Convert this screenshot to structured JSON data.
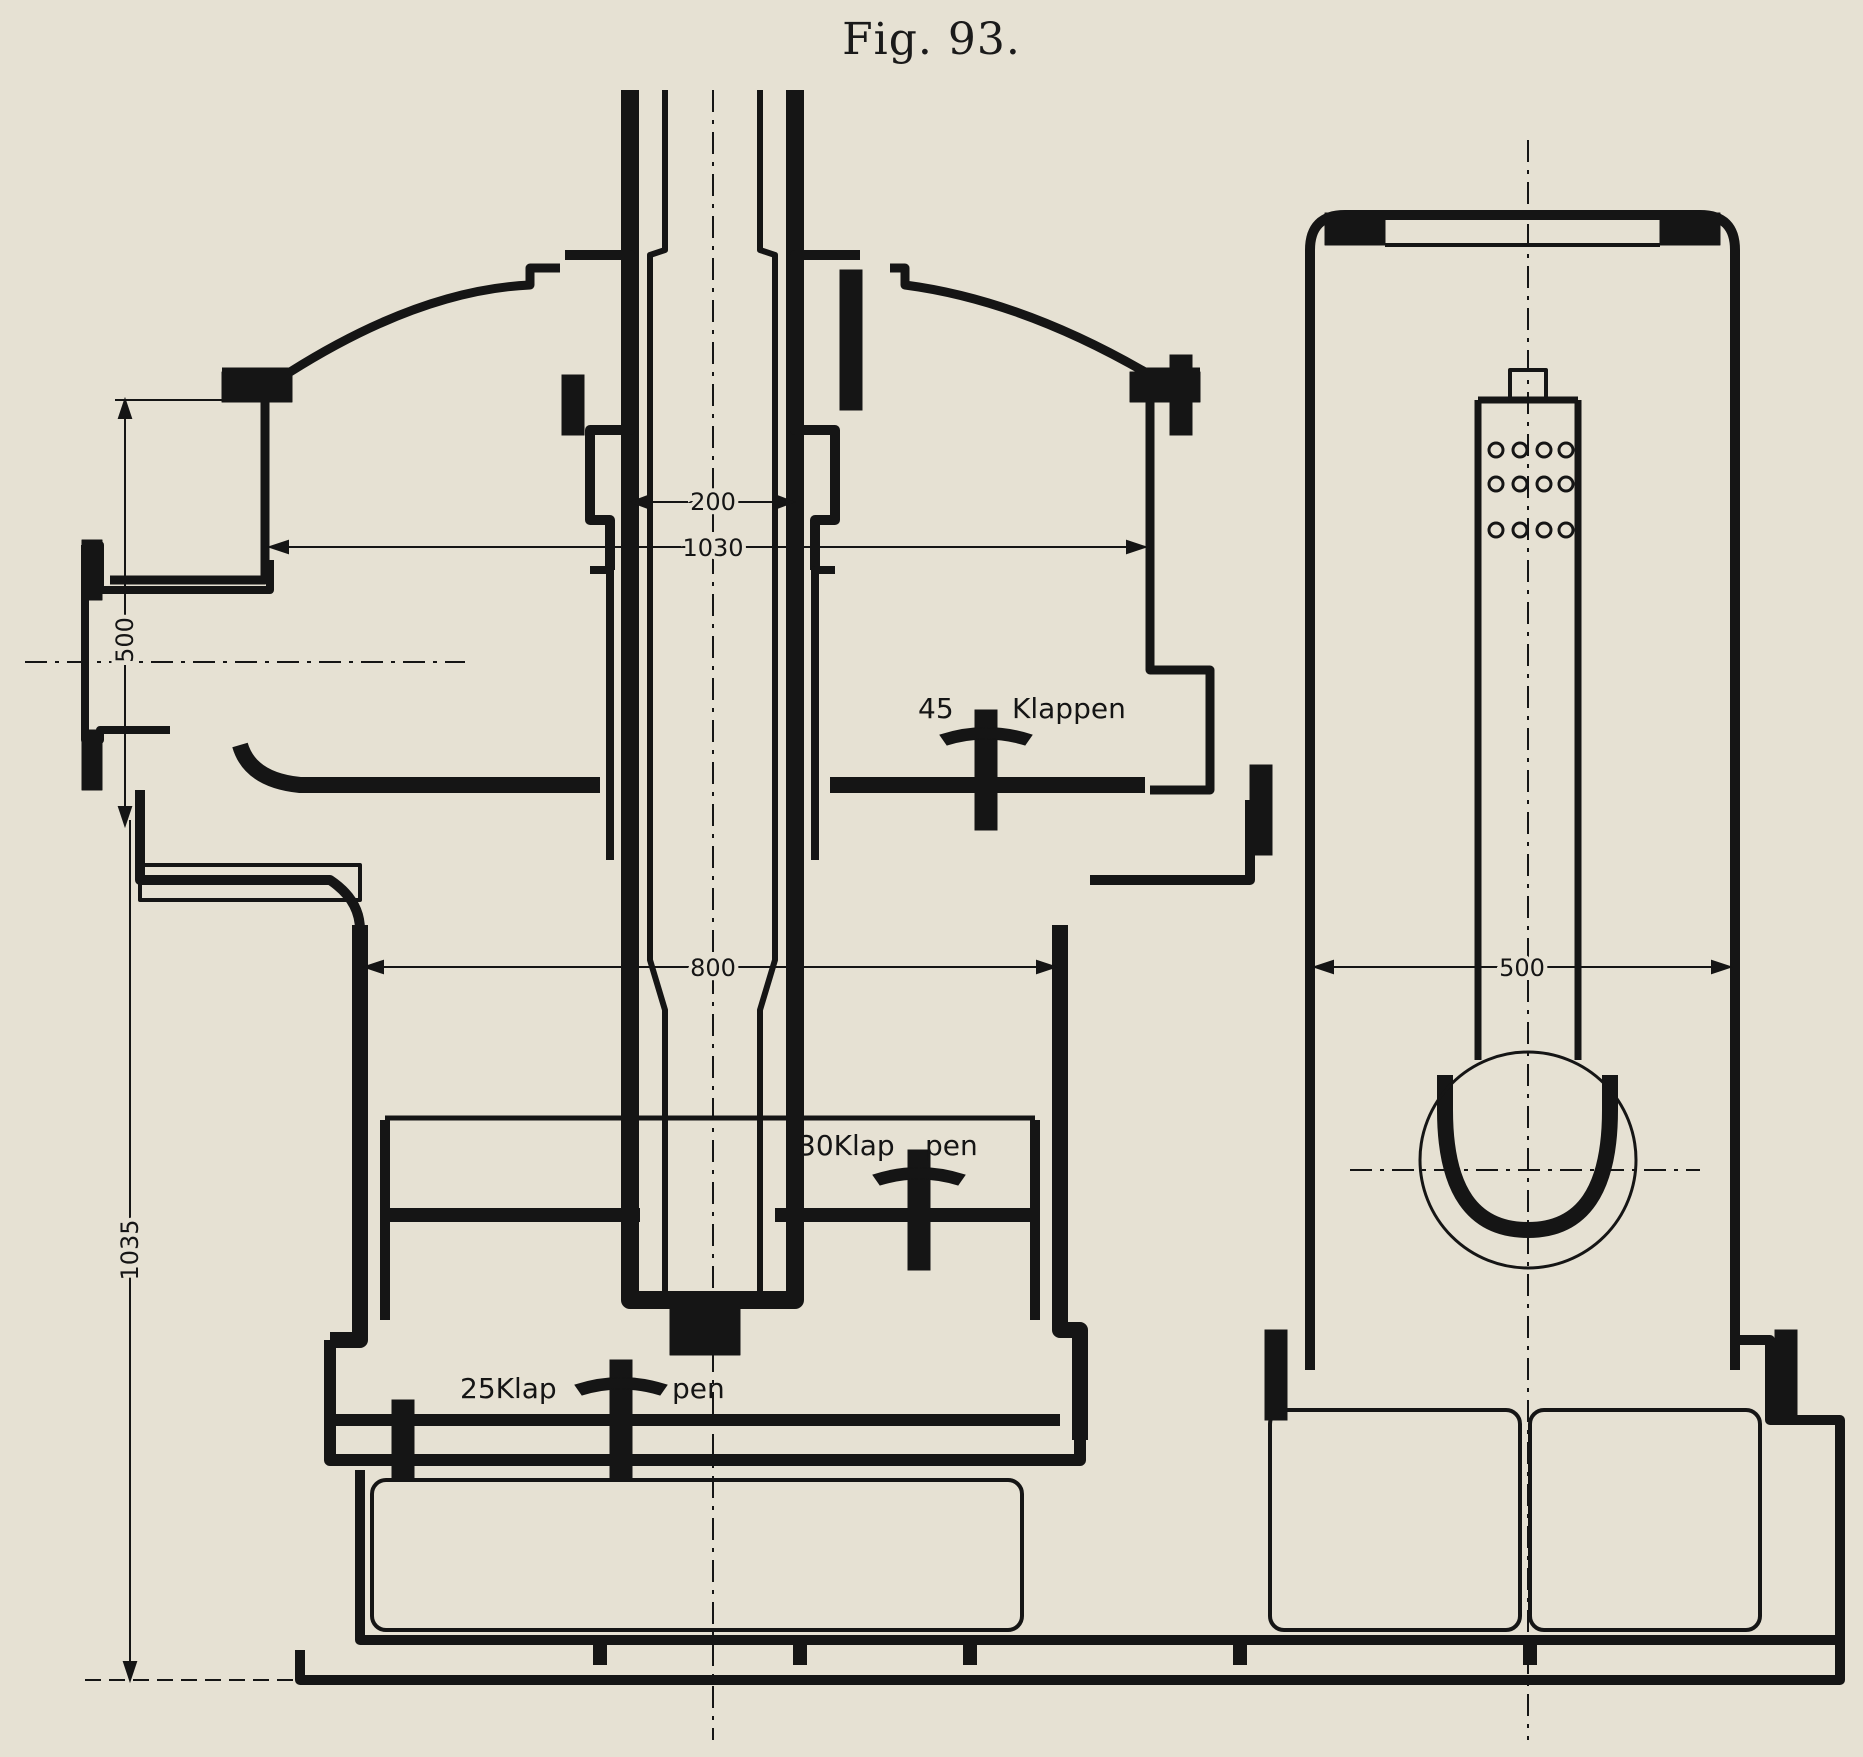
{
  "figure": {
    "title": "Fig. 93."
  },
  "dimensions": {
    "shaft_diameter": "200",
    "upper_chamber_diameter": "1030",
    "lower_chamber_diameter": "800",
    "side_tank_width": "500",
    "inlet_height": "500",
    "overall_height": "1035"
  },
  "valve_labels": {
    "upper": {
      "count": "45",
      "word": "Klappen"
    },
    "middle": {
      "count_word": "30Klap",
      "suffix": "pen"
    },
    "lower": {
      "count_word": "25Klap",
      "suffix": "pen"
    }
  },
  "colors": {
    "paper": "#e6e1d3",
    "ink": "#151515"
  }
}
